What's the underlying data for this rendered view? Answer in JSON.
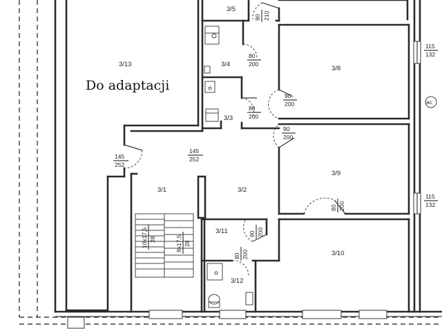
{
  "plan": {
    "annotation": "Do adaptacji",
    "rooms": [
      "3/5",
      "3/4",
      "3/3",
      "3/13",
      "3/8",
      "3/9",
      "3/10",
      "3/1",
      "3/2",
      "3/11",
      "3/12"
    ],
    "doors": {
      "d35": {
        "w": "90",
        "h": "210"
      },
      "d34": {
        "w": "80",
        "h": "200"
      },
      "d33": {
        "w": "80",
        "h": "200"
      },
      "d38": {
        "w": "90",
        "h": "200"
      },
      "d39": {
        "w": "90",
        "h": "200"
      },
      "d_hall_left": {
        "w": "145",
        "h": "252"
      },
      "d_hall_mid": {
        "w": "145",
        "h": "252"
      },
      "d32": {
        "w": "90",
        "h": "200"
      },
      "d310": {
        "w": "80",
        "h": "200"
      },
      "d312": {
        "w": "80",
        "h": "200"
      }
    },
    "windows": {
      "w38": {
        "w": "115",
        "h": "132"
      },
      "w39": {
        "w": "115",
        "h": "132"
      }
    },
    "stairs": {
      "left": {
        "steps": "10x17,5",
        "depth": "28"
      },
      "right": {
        "steps": "9x17,5",
        "depth": "28"
      }
    },
    "corner_mark": "ac"
  }
}
